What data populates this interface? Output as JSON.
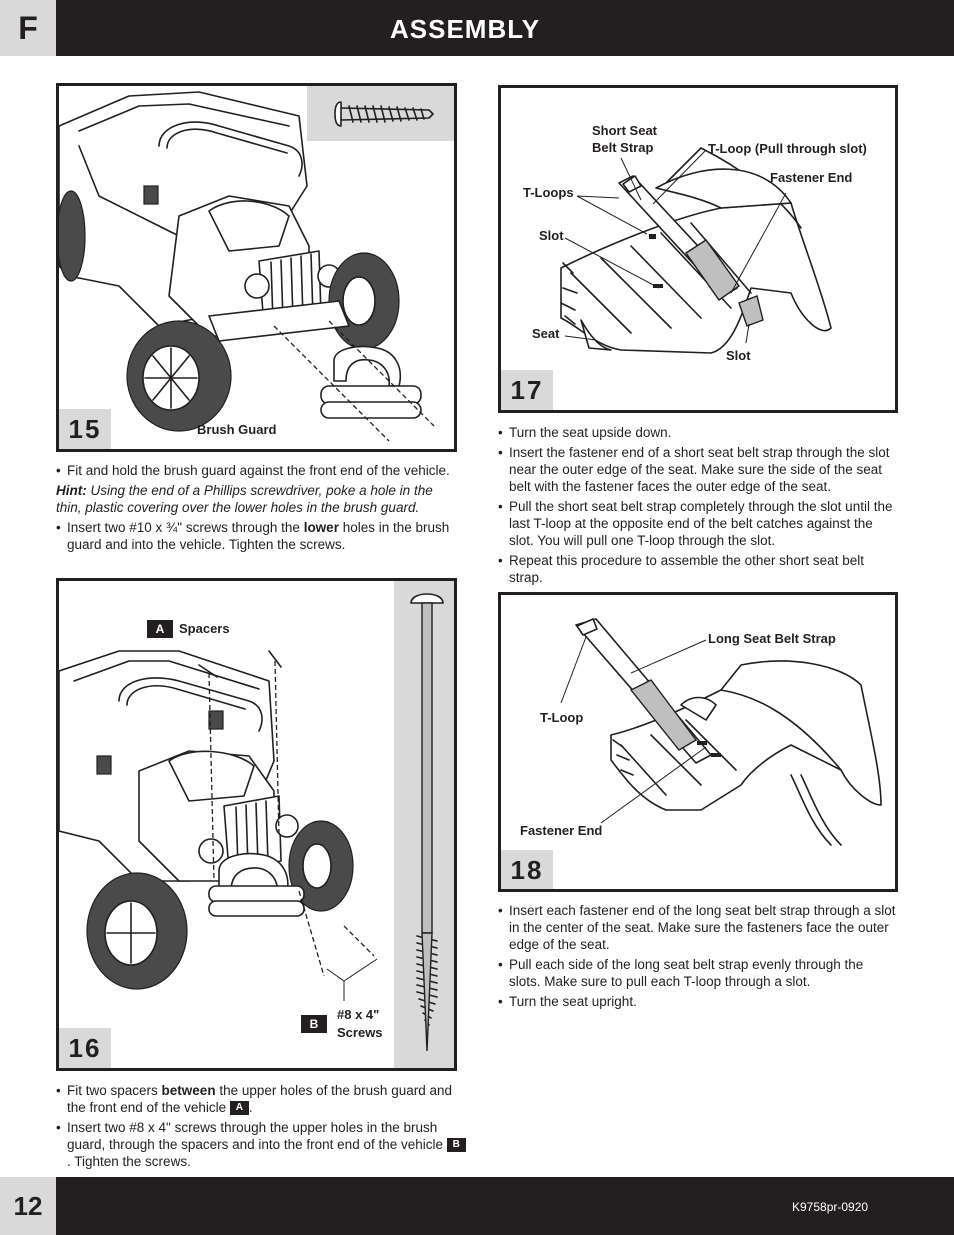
{
  "header": {
    "section_letter": "F",
    "title": "ASSEMBLY"
  },
  "footer": {
    "page_number": "12",
    "doc_code": "K9758pr-0920"
  },
  "step15": {
    "number": "15",
    "brush_guard_label": "Brush Guard",
    "bullet1": "Fit and hold the brush guard against the front end of the vehicle.",
    "hint_label": "Hint:",
    "hint_text": "Using the end of a Phillips screwdriver, poke a hole in the thin, plastic covering over the lower holes in the brush guard.",
    "bullet2_pre": "Insert two #10 x ¾\" screws through the",
    "bullet2_bold": "lower",
    "bullet2_post": "holes in the brush guard and into the vehicle. Tighten the screws."
  },
  "step16": {
    "number": "16",
    "badge_a": "A",
    "badge_b": "B",
    "spacers_label": "Spacers",
    "screws_label_line1": "#8 x 4\"",
    "screws_label_line2": "Screws",
    "bullet1_pre": "Fit two spacers",
    "bullet1_bold": "between",
    "bullet1_post": "the upper holes of the brush guard and the front end of the vehicle",
    "bullet2_pre": "Insert two #8 x 4\" screws through the upper holes in the brush guard, through the spacers and into the front end of the vehicle",
    "bullet2_post": "Tighten the screws."
  },
  "step17": {
    "number": "17",
    "short_strap_label_line1": "Short Seat",
    "short_strap_label_line2": "Belt Strap",
    "t_loop_pull_label": "T-Loop (Pull through slot)",
    "fastener_end_label": "Fastener End",
    "t_loops_label": "T-Loops",
    "slot_label_left": "Slot",
    "seat_label": "Seat",
    "slot_label_bottom": "Slot",
    "bullets": [
      "Turn the seat upside down.",
      "Insert the fastener end of a short seat belt strap through the slot near the outer edge of the seat. Make sure the side of the seat belt with the fastener faces the outer edge of the seat.",
      "Pull the short seat belt strap completely through the slot until the last T-loop at the opposite end of the belt catches against the slot. You will pull one T-loop through the slot.",
      "Repeat this procedure to assemble the other short seat belt strap."
    ]
  },
  "step18": {
    "number": "18",
    "long_strap_label": "Long Seat Belt Strap",
    "t_loop_label": "T-Loop",
    "fastener_end_label": "Fastener End",
    "bullets": [
      "Insert each fastener end of the long seat belt strap through a slot in the center of the seat. Make sure the fasteners face the outer edge of the seat.",
      "Pull each side of the long seat belt strap evenly through the slots. Make sure to pull each T-loop through a slot.",
      "Turn the seat upright."
    ]
  }
}
